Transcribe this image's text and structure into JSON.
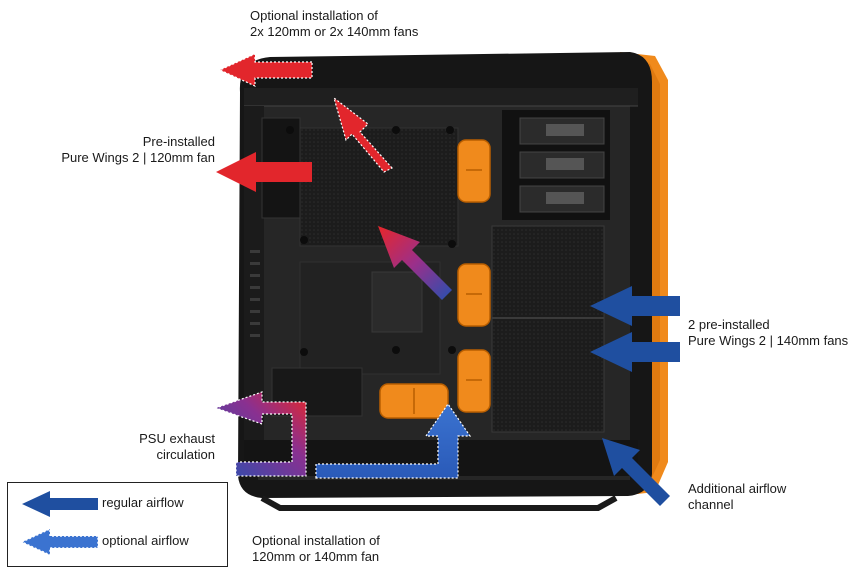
{
  "labels": {
    "top": [
      "Optional installation of",
      "2x 120mm or 2x 140mm fans"
    ],
    "rear_fan": [
      "Pre-installed",
      "Pure Wings 2 | 120mm fan"
    ],
    "front_fans": [
      "2 pre-installed",
      "Pure Wings 2 | 140mm fans"
    ],
    "psu": [
      "PSU exhaust",
      "circulation"
    ],
    "channel": [
      "Additional airflow",
      "channel"
    ],
    "bottom": [
      "Optional installation of",
      "120mm or 140mm fan"
    ]
  },
  "legend": {
    "regular": "regular airflow",
    "optional": "optional airflow"
  },
  "colors": {
    "case_body": "#161616",
    "case_panel": "#2a2a2a",
    "accent_orange": "#f08a1c",
    "airflow_blue": "#1f4fa0",
    "airflow_red": "#e2262c"
  }
}
